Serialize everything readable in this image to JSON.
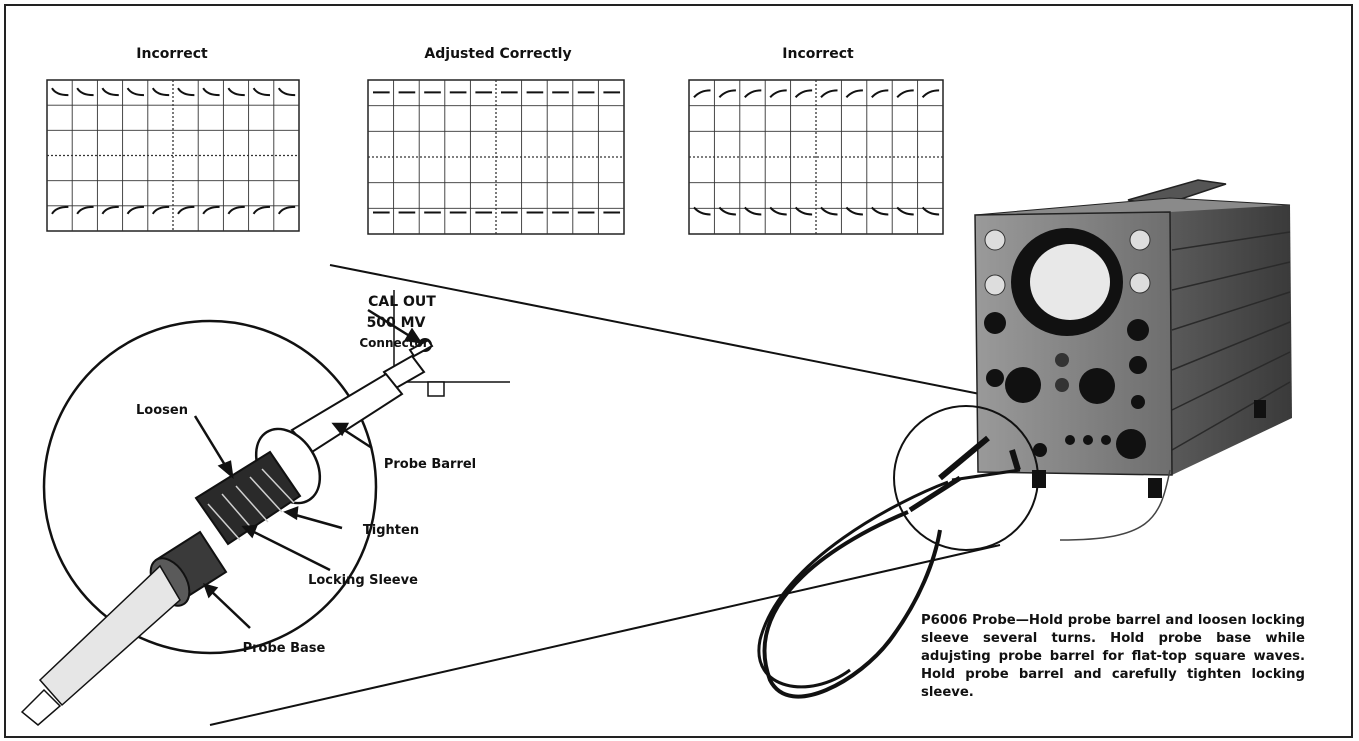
{
  "scopes": [
    {
      "title": "Incorrect",
      "shape": "overshoot"
    },
    {
      "title": "Adjusted Correctly",
      "shape": "flat"
    },
    {
      "title": "Incorrect",
      "shape": "rounded"
    }
  ],
  "callouts": {
    "cal_out_line1": "CAL OUT",
    "cal_out_line2": "500 MV",
    "cal_out_line3": "Connector",
    "loosen": "Loosen",
    "probe_barrel": "Probe Barrel",
    "tighten": "Tighten",
    "locking_sleeve": "Locking Sleeve",
    "probe_base": "Probe Base"
  },
  "caption": "P6006 Probe—Hold probe barrel and loosen locking sleeve several turns. Hold probe base while adujsting probe barrel for flat-top square waves. Hold probe barrel and carefully tighten locking sleeve."
}
